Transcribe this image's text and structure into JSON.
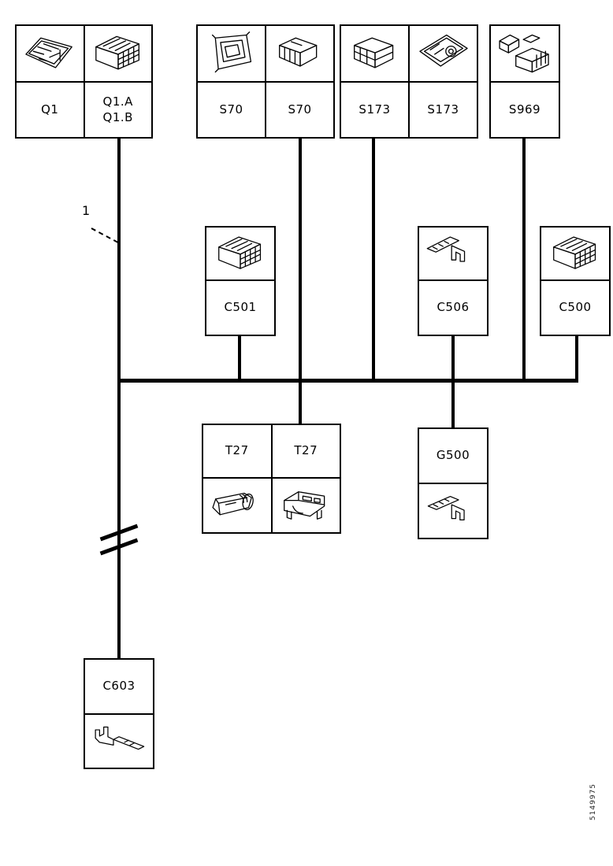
{
  "page_background": "#ffffff",
  "diagram_line_color": "#000000",
  "callout": {
    "label": "1"
  },
  "watermark": {
    "text": "5149975"
  },
  "boxes": {
    "q1": {
      "cells": [
        {
          "label": "Q1",
          "icon": "control-unit-connector-icon"
        },
        {
          "label_line1": "Q1.A",
          "label_line2": "Q1.B",
          "icon": "multi-pin-connector-icon"
        }
      ]
    },
    "s70": {
      "cells": [
        {
          "label": "S70",
          "icon": "tilted-housing-connector-icon"
        },
        {
          "label": "S70",
          "icon": "plug-housing-connector-icon"
        }
      ]
    },
    "s173": {
      "cells": [
        {
          "label": "S173",
          "icon": "plug-housing-connector-icon"
        },
        {
          "label": "S173",
          "icon": "flat-connector-icon"
        }
      ]
    },
    "s969": {
      "cells": [
        {
          "label": "S969",
          "icon": "double-connector-icon"
        }
      ]
    },
    "c501": {
      "cells": [
        {
          "label": "C501",
          "icon": "multi-pin-connector-icon"
        }
      ]
    },
    "c506": {
      "cells": [
        {
          "label": "C506",
          "icon": "terminal-pin-icon"
        }
      ]
    },
    "c500": {
      "cells": [
        {
          "label": "C500",
          "icon": "multi-pin-connector-icon"
        }
      ]
    },
    "t27": {
      "cells": [
        {
          "label": "T27",
          "icon": "bulb-socket-icon"
        },
        {
          "label": "T27",
          "icon": "socket-housing-icon"
        }
      ]
    },
    "g500": {
      "cells": [
        {
          "label": "G500",
          "icon": "ground-terminal-icon"
        }
      ]
    },
    "c603": {
      "cells": [
        {
          "label": "C603",
          "icon": "ground-terminal-icon"
        }
      ]
    }
  }
}
